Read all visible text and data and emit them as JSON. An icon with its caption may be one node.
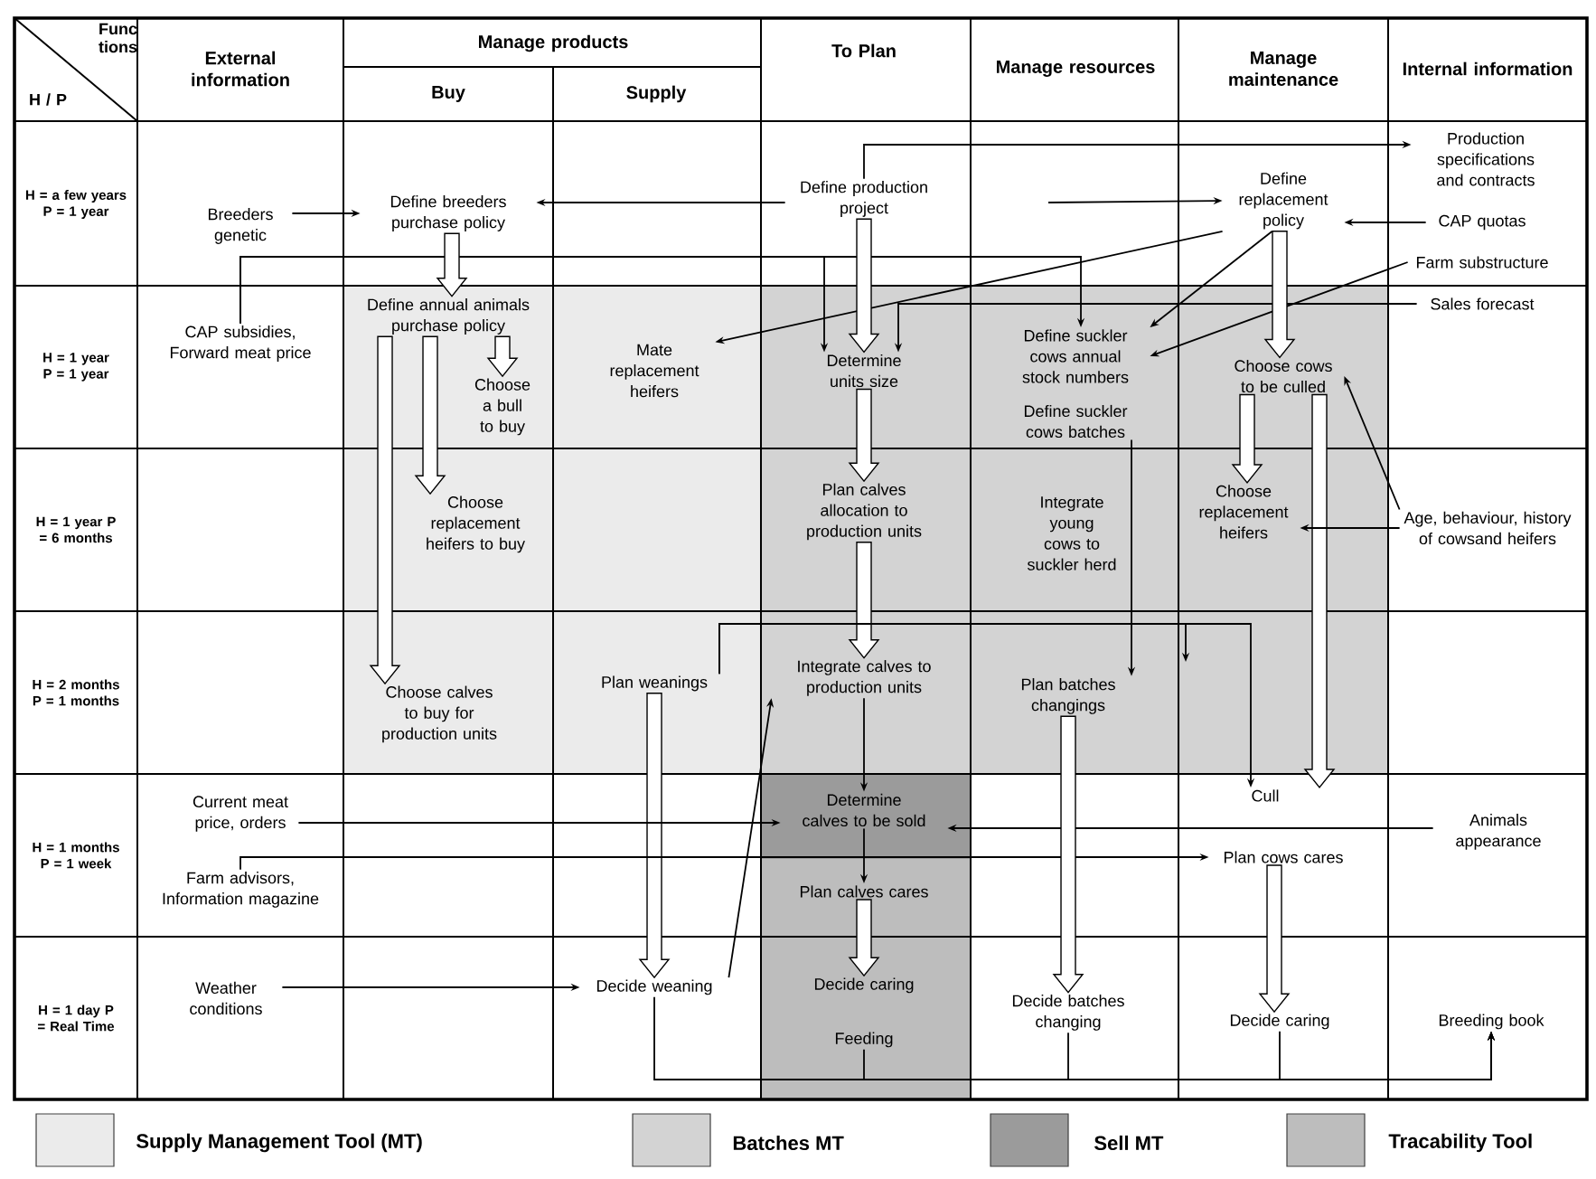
{
  "diagram": {
    "nodes": [
      {
        "text": [
          "Breeders genetic"
        ]
      },
      {
        "text": [
          "Define breeders purchase policy"
        ]
      },
      {
        "text": [
          "Define production project"
        ]
      },
      {
        "text": [
          "Define replacement policy"
        ]
      },
      {
        "text": [
          "Production specifications and contracts"
        ]
      },
      {
        "text": [
          "CAP quotas"
        ]
      },
      {
        "text": [
          "Farm substructure"
        ]
      },
      {
        "text": [
          "CAP subsidies, Forward meat price"
        ]
      },
      {
        "text": [
          "Define annual animals purchase policy"
        ]
      },
      {
        "text": [
          "Choose a bull to buy"
        ]
      },
      {
        "text": [
          "Mate replacement heifers"
        ]
      },
      {
        "text": [
          "Determine units size"
        ]
      },
      {
        "text": [
          "Define suckler cows annual stock numbers"
        ]
      },
      {
        "text": [
          "Define suckler cows batches"
        ]
      },
      {
        "text": [
          "Choose cows to be culled"
        ]
      },
      {
        "text": [
          "Sales forecast"
        ]
      },
      {
        "text": [
          "Choose replacement heifers to buy"
        ]
      },
      {
        "text": [
          "Plan calves allocation to production units"
        ]
      },
      {
        "text": [
          "Integrate young cows to suckler herd"
        ]
      },
      {
        "text": [
          "Choose replacement heifers"
        ]
      },
      {
        "text": [
          "Age, behaviour, history of cowsand heifers"
        ]
      },
      {
        "text": [
          "Choose calves to buy for production units"
        ]
      },
      {
        "text": [
          "Plan weanings"
        ]
      },
      {
        "text": [
          "Integrate calves to production units"
        ]
      },
      {
        "text": [
          "Plan batches changings"
        ]
      },
      {
        "text": [
          "Current meat price, orders"
        ]
      },
      {
        "text": [
          "Farm advisors, Information magazine"
        ]
      },
      {
        "text": [
          "Determine calves to be sold"
        ]
      },
      {
        "text": [
          "Plan calves cares"
        ]
      },
      {
        "text": [
          "Cull"
        ]
      },
      {
        "text": [
          "Plan cows cares"
        ]
      },
      {
        "text": [
          "Animals appearance"
        ]
      },
      {
        "text": [
          "Weather conditions"
        ]
      },
      {
        "text": [
          "Decide weaning"
        ]
      },
      {
        "text": [
          "Decide caring"
        ]
      },
      {
        "text": [
          "Feeding"
        ]
      },
      {
        "text": [
          "Decide batches changing"
        ]
      },
      {
        "text": [
          "Decide caring"
        ]
      },
      {
        "text": [
          "Breeding book"
        ]
      }
    ],
    "edges": [
      {
        "from": 0,
        "to": 1,
        "arrow": "to"
      },
      {
        "from": 2,
        "to": 1,
        "arrow": "to"
      },
      {
        "from": 2,
        "to": 4,
        "arrow": "to"
      },
      {
        "from": null,
        "to": 3,
        "arrow": "to"
      },
      {
        "from": 5,
        "to": 3,
        "arrow": "to"
      },
      {
        "from": 3,
        "to": 10,
        "arrow": "to"
      },
      {
        "from": 3,
        "to": 12,
        "arrow": "to"
      },
      {
        "from": 6,
        "to": 12,
        "arrow": "to"
      },
      {
        "from": 7,
        "to": 11,
        "arrow": "to"
      },
      {
        "from": 7,
        "to": 12,
        "arrow": "to"
      },
      {
        "from": 15,
        "to": 11,
        "arrow": "to"
      },
      {
        "from": 1,
        "to": 8,
        "arrow": "to",
        "style": "thick"
      },
      {
        "from": 8,
        "to": 9,
        "arrow": "to",
        "style": "thick"
      },
      {
        "from": 8,
        "to": 16,
        "arrow": "to",
        "style": "thick"
      },
      {
        "from": 8,
        "to": 21,
        "arrow": "to",
        "style": "thick"
      },
      {
        "from": 2,
        "to": 11,
        "arrow": "to",
        "style": "thick"
      },
      {
        "from": 3,
        "to": 14,
        "arrow": "to",
        "style": "thick"
      },
      {
        "from": 11,
        "to": 17,
        "arrow": "to",
        "style": "thick"
      },
      {
        "from": 17,
        "to": 23,
        "arrow": "to",
        "style": "thick"
      },
      {
        "from": 14,
        "to": 19,
        "arrow": "to",
        "style": "thick"
      },
      {
        "from": 14,
        "to": 29,
        "arrow": "to",
        "style": "thick"
      },
      {
        "from": 20,
        "to": 14,
        "arrow": "to"
      },
      {
        "from": 20,
        "to": 19,
        "arrow": "to"
      },
      {
        "from": 13,
        "to": 24,
        "arrow": "to"
      },
      {
        "from": 22,
        "to": 29,
        "arrow": "to"
      },
      {
        "from": 22,
        "to": null,
        "arrow": "to"
      },
      {
        "from": 22,
        "to": 33,
        "arrow": "to",
        "style": "thick"
      },
      {
        "from": 33,
        "to": 23,
        "arrow": "to"
      },
      {
        "from": 23,
        "to": 27,
        "arrow": "to"
      },
      {
        "from": 25,
        "to": 27,
        "arrow": "to"
      },
      {
        "from": 31,
        "to": 27,
        "arrow": "to"
      },
      {
        "from": 26,
        "to": 30,
        "arrow": "to"
      },
      {
        "from": 27,
        "to": 28,
        "arrow": "to"
      },
      {
        "from": 28,
        "to": 34,
        "arrow": "to",
        "style": "thick"
      },
      {
        "from": 30,
        "to": 37,
        "arrow": "to",
        "style": "thick"
      },
      {
        "from": 24,
        "to": 36,
        "arrow": "to",
        "style": "thick"
      },
      {
        "from": 32,
        "to": 33,
        "arrow": "to"
      },
      {
        "from": 33,
        "to": 38,
        "arrow": "to"
      },
      {
        "from": 35,
        "to": 38,
        "arrow": "to"
      },
      {
        "from": 36,
        "to": 38,
        "arrow": "to"
      },
      {
        "from": 37,
        "to": 38,
        "arrow": "to"
      }
    ],
    "labels": [
      "Func tions",
      "H / P",
      "External information",
      "Manage products",
      "To Plan",
      "Manage resources",
      "Manage maintenance",
      "Internal information",
      "Buy",
      "Supply",
      "H = a few years P = 1 year",
      "H = 1 year P = 1 year",
      "H = 1 year P = 6 months",
      "H = 2 months P = 1 months",
      "H = 1 months P = 1 week",
      "H = 1 day P = Real Time"
    ],
    "legend": [
      {
        "text": "Supply Management Tool (MT)",
        "color": "#ebebeb"
      },
      {
        "text": "Batches MT",
        "color": "#d3d3d3"
      },
      {
        "text": "Sell MT",
        "color": "#9b9b9b"
      },
      {
        "text": "Tracability Tool",
        "color": "#bdbdbd"
      }
    ]
  }
}
